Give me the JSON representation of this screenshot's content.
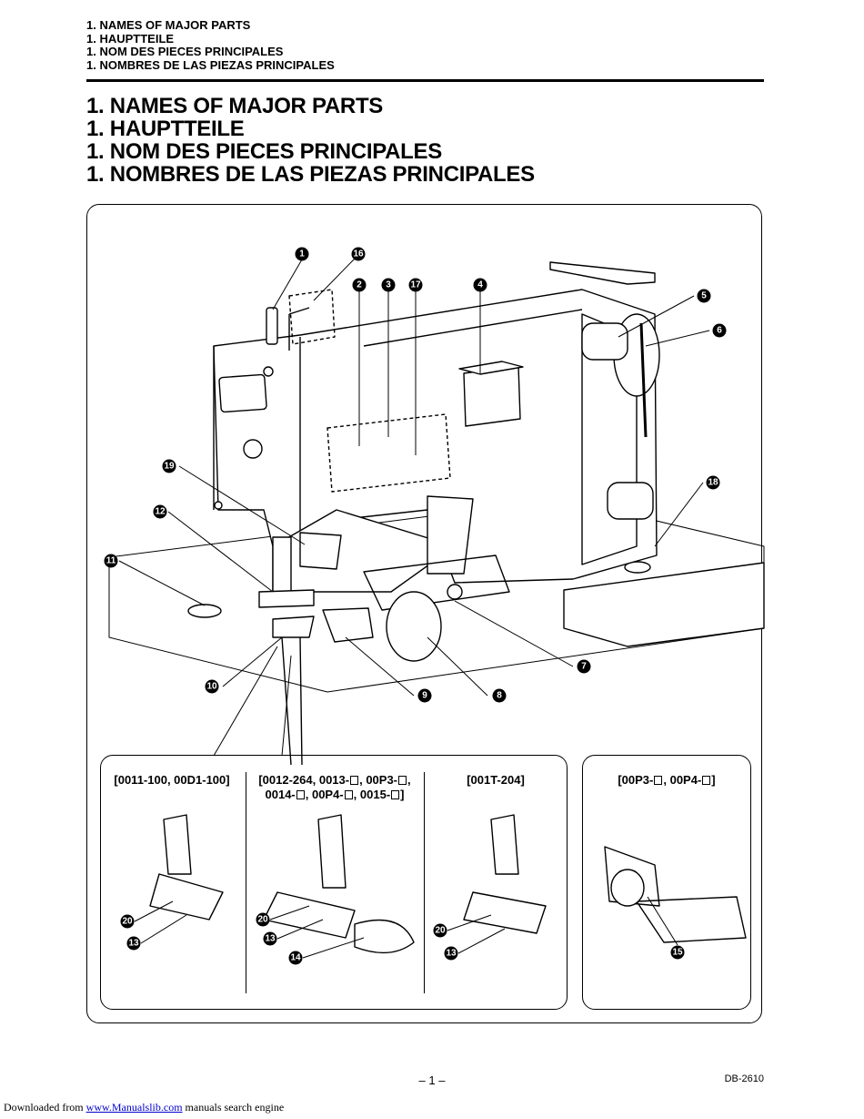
{
  "header_small": [
    "1.  NAMES OF MAJOR PARTS",
    "1.  HAUPTTEILE",
    "1.  NOM DES PIECES PRINCIPALES",
    "1.  NOMBRES DE LAS PIEZAS PRINCIPALES"
  ],
  "header_big": [
    "1.  NAMES OF MAJOR PARTS",
    "1.  HAUPTTEILE",
    "1.  NOM DES PIECES PRINCIPALES",
    "1.  NOMBRES DE LAS PIEZAS PRINCIPALES"
  ],
  "callouts": {
    "c1": "1",
    "c2": "2",
    "c3": "3",
    "c4": "4",
    "c5": "5",
    "c6": "6",
    "c7": "7",
    "c8": "8",
    "c9": "9",
    "c10": "10",
    "c11": "11",
    "c12": "12",
    "c13": "13",
    "c14": "14",
    "c15": "15",
    "c16": "16",
    "c17": "17",
    "c18": "18",
    "c19": "19",
    "c20": "20"
  },
  "variants": {
    "v1": "[0011-100, 00D1-100]",
    "v2_line1_a": "[0012-264, 0013-",
    "v2_line1_b": ", 00P3-",
    "v2_line1_c": ",",
    "v2_line2_a": "0014-",
    "v2_line2_b": ", 00P4-",
    "v2_line2_c": ", 0015-",
    "v2_line2_d": "]",
    "v3": "[001T-204]",
    "v4_a": "[00P3-",
    "v4_b": ", 00P4-",
    "v4_c": "]"
  },
  "footer": {
    "page_number": "– 1 –",
    "doc_code": "DB-2610",
    "download_prefix": "Downloaded from",
    "download_link": "www.Manualslib.com",
    "download_suffix": "manuals search engine"
  }
}
